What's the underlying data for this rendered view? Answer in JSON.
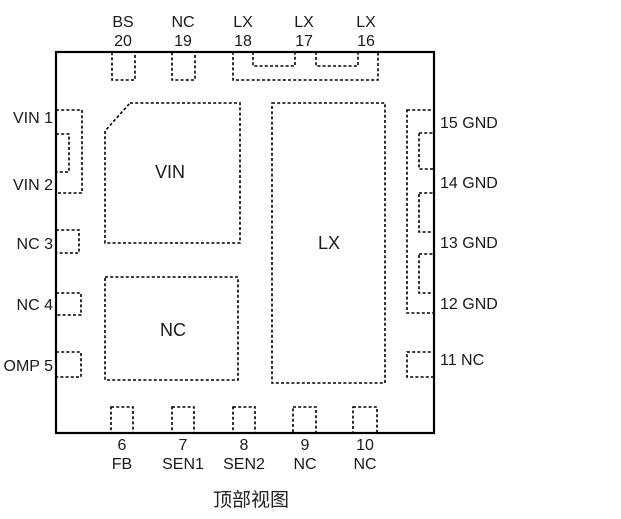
{
  "caption": "顶部视图",
  "regions": {
    "vin": "VIN",
    "nc": "NC",
    "lx": "LX"
  },
  "pins": {
    "top": [
      {
        "name": "BS",
        "number": "20"
      },
      {
        "name": "NC",
        "number": "19"
      },
      {
        "name": "LX",
        "number": "18"
      },
      {
        "name": "LX",
        "number": "17"
      },
      {
        "name": "LX",
        "number": "16"
      }
    ],
    "bottom": [
      {
        "number": "6",
        "name": "FB"
      },
      {
        "number": "7",
        "name": "SEN1"
      },
      {
        "number": "8",
        "name": "SEN2"
      },
      {
        "number": "9",
        "name": "NC"
      },
      {
        "number": "10",
        "name": "NC"
      }
    ],
    "left": [
      {
        "label": "VIN 1"
      },
      {
        "label": "VIN 2"
      },
      {
        "label": "NC 3"
      },
      {
        "label": "NC 4"
      },
      {
        "label": "OMP 5"
      }
    ],
    "right": [
      {
        "label": "15 GND"
      },
      {
        "label": "14 GND"
      },
      {
        "label": "13 GND"
      },
      {
        "label": "12 GND"
      },
      {
        "label": "11 NC"
      }
    ]
  },
  "colors": {
    "line": "#000000",
    "text": "#1a1a1a",
    "background": "#ffffff"
  }
}
